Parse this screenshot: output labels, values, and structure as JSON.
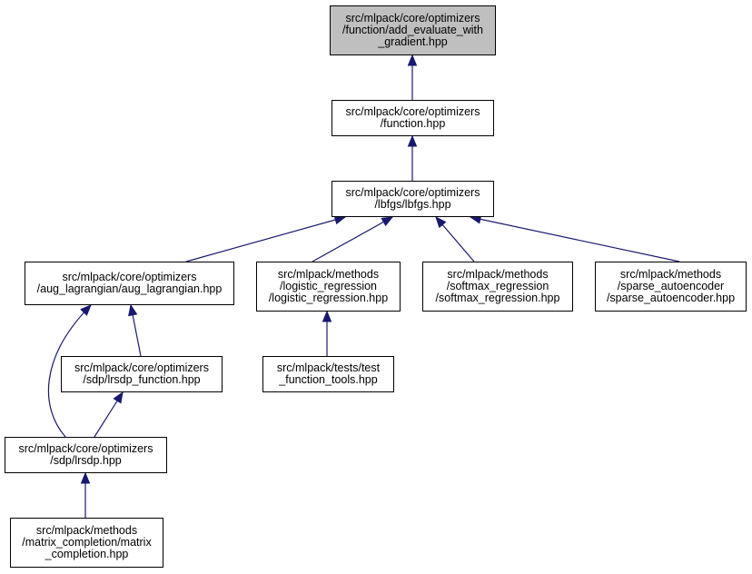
{
  "colors": {
    "edge": "#191970",
    "root_fill": "#bfbfbf",
    "node_fill": "#ffffff",
    "border": "#000000"
  },
  "nodes": [
    {
      "id": "add_evaluate_with_gradient",
      "lines": [
        "src/mlpack/core/optimizers",
        "/function/add_evaluate_with",
        "_gradient.hpp"
      ],
      "root": true
    },
    {
      "id": "function",
      "lines": [
        "src/mlpack/core/optimizers",
        "/function.hpp"
      ]
    },
    {
      "id": "lbfgs",
      "lines": [
        "src/mlpack/core/optimizers",
        "/lbfgs/lbfgs.hpp"
      ]
    },
    {
      "id": "aug_lagrangian",
      "lines": [
        "src/mlpack/core/optimizers",
        "/aug_lagrangian/aug_lagrangian.hpp"
      ]
    },
    {
      "id": "logistic_regression",
      "lines": [
        "src/mlpack/methods",
        "/logistic_regression",
        "/logistic_regression.hpp"
      ]
    },
    {
      "id": "softmax_regression",
      "lines": [
        "src/mlpack/methods",
        "/softmax_regression",
        "/softmax_regression.hpp"
      ]
    },
    {
      "id": "sparse_autoencoder",
      "lines": [
        "src/mlpack/methods",
        "/sparse_autoencoder",
        "/sparse_autoencoder.hpp"
      ]
    },
    {
      "id": "lrsdp_function",
      "lines": [
        "src/mlpack/core/optimizers",
        "/sdp/lrsdp_function.hpp"
      ]
    },
    {
      "id": "test_function_tools",
      "lines": [
        "src/mlpack/tests/test",
        "_function_tools.hpp"
      ]
    },
    {
      "id": "lrsdp",
      "lines": [
        "src/mlpack/core/optimizers",
        "/sdp/lrsdp.hpp"
      ]
    },
    {
      "id": "matrix_completion",
      "lines": [
        "src/mlpack/methods",
        "/matrix_completion/matrix",
        "_completion.hpp"
      ]
    }
  ],
  "edges": [
    {
      "from": "function",
      "to": "add_evaluate_with_gradient"
    },
    {
      "from": "lbfgs",
      "to": "function"
    },
    {
      "from": "aug_lagrangian",
      "to": "lbfgs"
    },
    {
      "from": "logistic_regression",
      "to": "lbfgs"
    },
    {
      "from": "softmax_regression",
      "to": "lbfgs"
    },
    {
      "from": "sparse_autoencoder",
      "to": "lbfgs"
    },
    {
      "from": "lrsdp_function",
      "to": "aug_lagrangian"
    },
    {
      "from": "lrsdp",
      "to": "aug_lagrangian"
    },
    {
      "from": "test_function_tools",
      "to": "logistic_regression"
    },
    {
      "from": "lrsdp",
      "to": "lrsdp_function"
    },
    {
      "from": "matrix_completion",
      "to": "lrsdp"
    }
  ]
}
